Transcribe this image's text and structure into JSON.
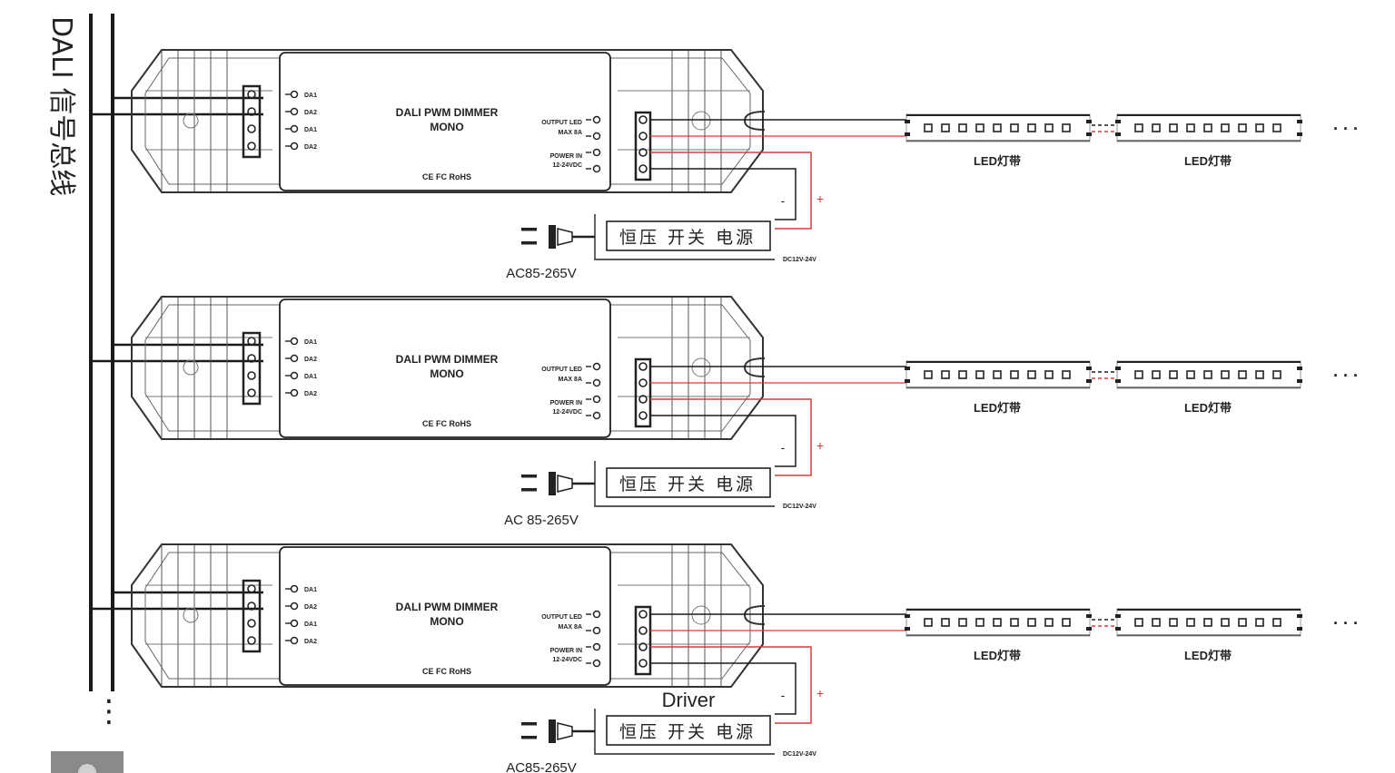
{
  "bus": {
    "label": "DALI 信号总线",
    "continuation": "⋮"
  },
  "modules": [
    {
      "name": "DALI PWM DIMMER",
      "mode": "MONO",
      "certs": "CE FC RoHS",
      "inputs": [
        "DA1",
        "DA2",
        "DA1",
        "DA2"
      ],
      "output_label": "OUTPUT LED",
      "output_rating": "MAX 8A",
      "power_label": "POWER IN",
      "power_rating": "12-24VDC",
      "psu_label": "恒压 开关 电源",
      "ac_label": "AC85-265V",
      "dc_label": "DC12V-24V",
      "minus": "-",
      "plus": "+",
      "led_strips": [
        "LED灯带",
        "LED灯带"
      ],
      "ellipsis": "· · ·"
    },
    {
      "name": "DALI PWM DIMMER",
      "mode": "MONO",
      "certs": "CE FC RoHS",
      "inputs": [
        "DA1",
        "DA2",
        "DA1",
        "DA2"
      ],
      "output_label": "OUTPUT LED",
      "output_rating": "MAX 8A",
      "power_label": "POWER IN",
      "power_rating": "12-24VDC",
      "psu_label": "恒压 开关 电源",
      "ac_label": "AC 85-265V",
      "dc_label": "DC12V-24V",
      "minus": "-",
      "plus": "+",
      "led_strips": [
        "LED灯带",
        "LED灯带"
      ],
      "ellipsis": "· · ·"
    },
    {
      "name": "DALI PWM DIMMER",
      "mode": "MONO",
      "certs": "CE FC RoHS",
      "inputs": [
        "DA1",
        "DA2",
        "DA1",
        "DA2"
      ],
      "output_label": "OUTPUT LED",
      "output_rating": "MAX 8A",
      "power_label": "POWER IN",
      "power_rating": "12-24VDC",
      "psu_label": "恒压 开关 电源",
      "ac_label": "AC85-265V",
      "dc_label": "DC12V-24V",
      "minus": "-",
      "plus": "+",
      "led_strips": [
        "LED灯带",
        "LED灯带"
      ],
      "ellipsis": "· · ·",
      "driver_label": "Driver"
    }
  ],
  "colors": {
    "line": "#1a1a1a",
    "wire_red": "#d93a3a",
    "outline": "#333333",
    "corner_tab": "#8a8a8a"
  }
}
